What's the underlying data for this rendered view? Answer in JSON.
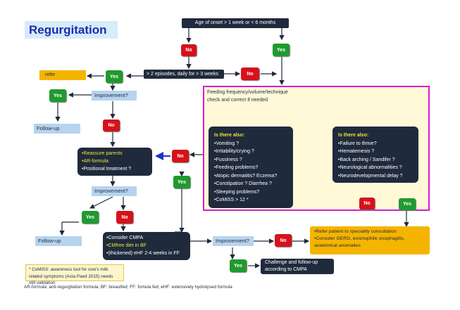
{
  "title": "Regurgitation",
  "onset": "Age of onset > 1 week or <  6  months",
  "episodes": "> 2 episodes, daily for > 3 weeks",
  "feeding": {
    "line1": "Feeding frequency/volume/technique",
    "line2": "check and correct if needed"
  },
  "labels": {
    "yes": "Yes",
    "no": "No",
    "refer": "refer",
    "improvement": "Improvement?",
    "follow_up": "Follow-up"
  },
  "box_left": {
    "title": "Is there also:",
    "items": [
      "Vomiting ?",
      "Irritability/crying ?",
      "Fussiness ?",
      "Feeding problems?",
      "Atopic dermatitis? Eczema?",
      "Constipation ?  Diarrhea ?",
      "Sleeping problems?",
      "CoMiSS > 12 *"
    ]
  },
  "box_right": {
    "title": "Is there also:",
    "items": [
      "Failure  to thrive?",
      "Hematemesis  ?",
      "Back arching / Sandifer ?",
      "Neurological abnormalities ?",
      "Neurodevelopmental delay ?"
    ]
  },
  "reassure": [
    "Reassure  parents",
    "AR-formula",
    "Positional treatment ?"
  ],
  "cmpa": [
    "Consider CMPA",
    "CMfree diet in BF",
    "(thickened) eHF 2-4 weeks in FF"
  ],
  "referral": [
    "Refer patient to speciality consultation",
    "Consider GERD, eosinophilic esophagitis, anatomical anomalies"
  ],
  "challenge": [
    "Challenge and follow-up",
    "according to CMPA"
  ],
  "comiss_note": "* CoMiSS: awareness tool for cow's milk related symptoms (Acta Paed 2015)   needs still validation",
  "footer": "AR-formula: anti-regurgitation formula; BF: breastfed; FF: fomula fed;   eHF: extensively hydrolysed formula",
  "colors": {
    "dark_box": "#1f2a3c",
    "light_box": "#b7d3ee",
    "no": "#d6121b",
    "yes": "#1f9a2e",
    "orange": "#f5b400",
    "magenta_frame": "#d61ccf",
    "blue_arrow": "#1a34c8"
  }
}
